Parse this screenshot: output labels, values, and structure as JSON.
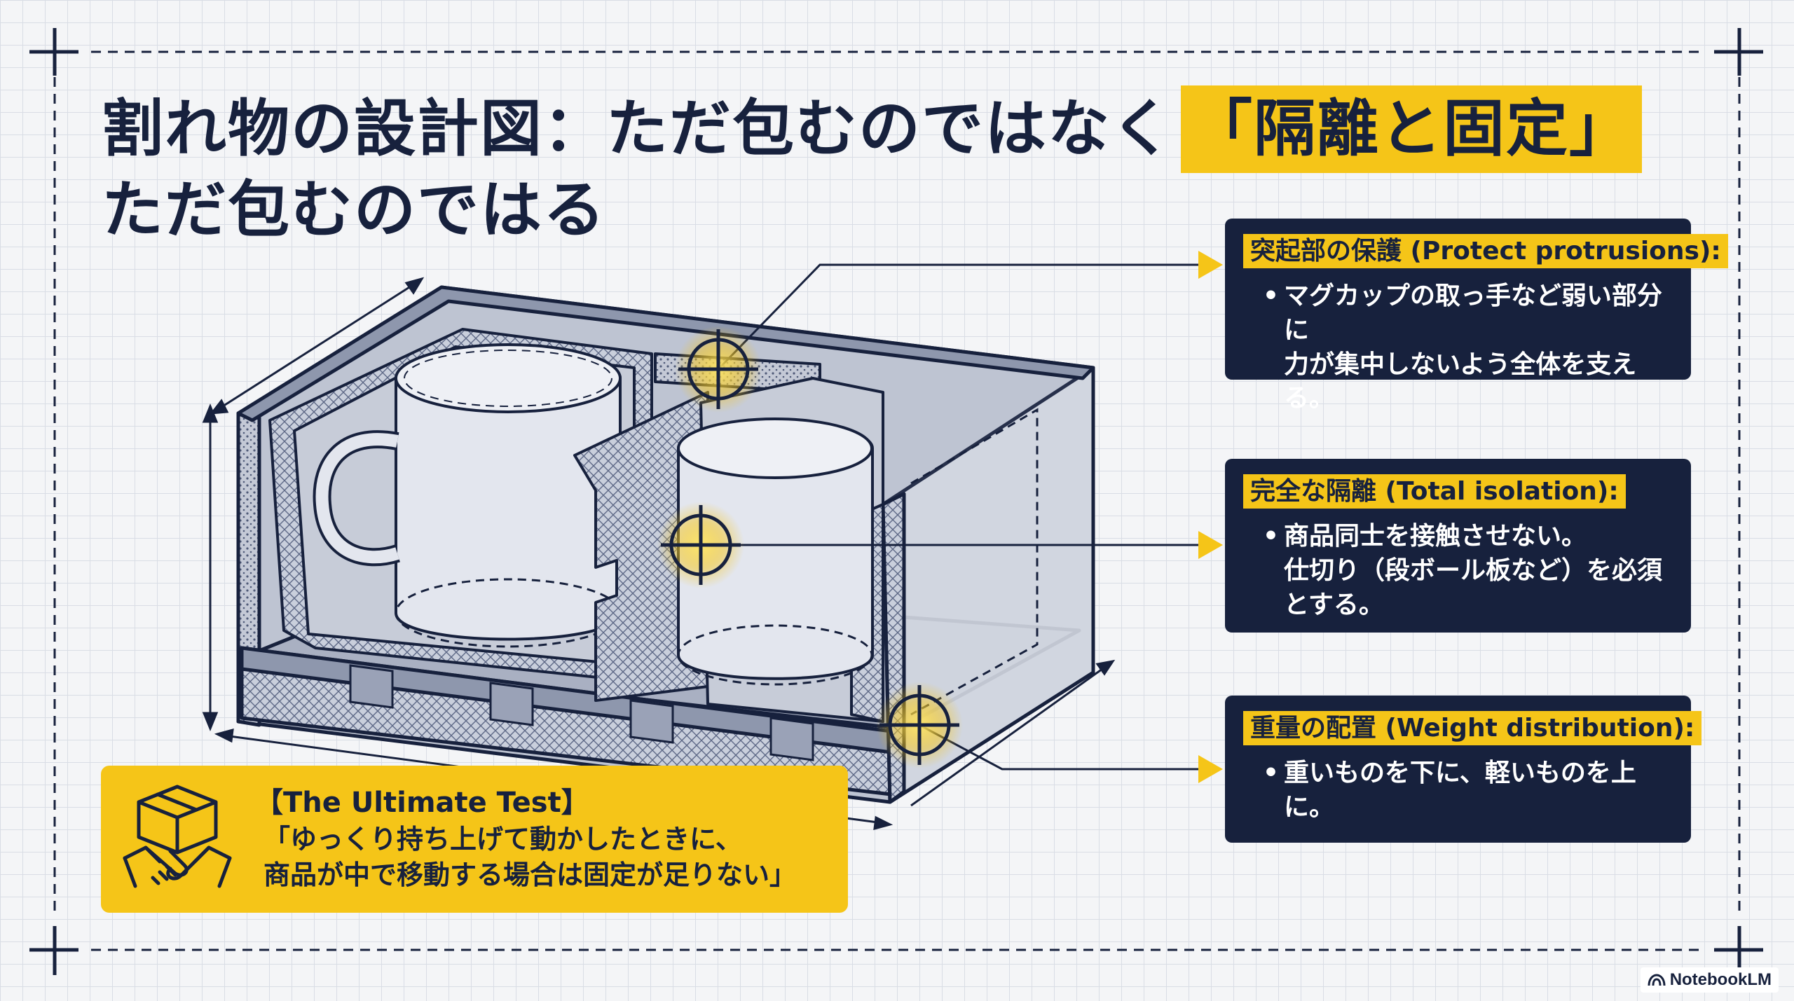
{
  "title": {
    "line1": "割れ物の設計図：ただ包むのではなく",
    "highlight": "「隔離と固定」",
    "line2": "ただ包むのではる"
  },
  "callouts": [
    {
      "heading": "突起部の保護 (Protect protrusions):",
      "bullet": "•",
      "body": "マグカップの取っ手など弱い部分に\n力が集中しないよう全体を支える。"
    },
    {
      "heading": "完全な隔離 (Total isolation):",
      "bullet": "•",
      "body": "商品同士を接触させない。\n仕切り（段ボール板など）を必須\nとする。"
    },
    {
      "heading": "重量の配置 (Weight distribution):",
      "bullet": "•",
      "body": "重いものを下に、軽いものを上に。"
    }
  ],
  "test": {
    "title": "【The Ultimate Test】",
    "body": "「ゆっくり持ち上げて動かしたときに、\n商品が中で移動する場合は固定が足りない」"
  },
  "brand": "NotebookLM",
  "colors": {
    "navy": "#17213d",
    "accent": "#f5c518",
    "grid": "#d9dde5",
    "background": "#f4f5f7"
  }
}
